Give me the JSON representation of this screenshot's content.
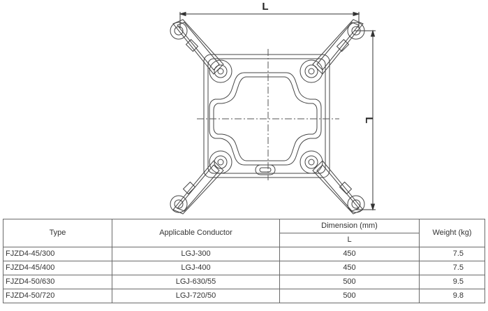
{
  "drawing": {
    "dimension_top": "L",
    "dimension_right": "L"
  },
  "table": {
    "headers": {
      "type": "Type",
      "conductor": "Applicable Conductor",
      "dimension": "Dimension (mm)",
      "dimension_sub": "L",
      "weight": "Weight (kg)"
    },
    "rows": [
      {
        "type": "FJZD4-45/300",
        "conductor": "LGJ-300",
        "L": "450",
        "weight": "7.5"
      },
      {
        "type": "FJZD4-45/400",
        "conductor": "LGJ-400",
        "L": "450",
        "weight": "7.5"
      },
      {
        "type": "FJZD4-50/630",
        "conductor": "LGJ-630/55",
        "L": "500",
        "weight": "9.5"
      },
      {
        "type": "FJZD4-50/720",
        "conductor": "LGJ-720/50",
        "L": "500",
        "weight": "9.8"
      }
    ]
  }
}
